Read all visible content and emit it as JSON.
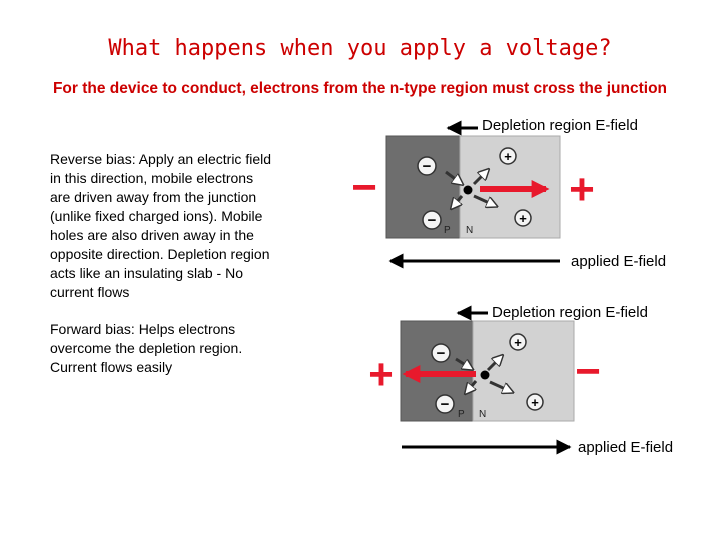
{
  "title": "What happens when you apply a voltage?",
  "subtitle": "For the device to conduct, electrons from the n-type region must cross the junction",
  "reverse_bias": {
    "text": "Reverse bias: Apply an electric field\nin this direction, mobile electrons\nare driven away from the junction\n(unlike fixed charged ions). Mobile\nholes are also driven away in the\nopposite direction. Depletion region\nacts like an insulating slab - No\ncurrent flows"
  },
  "forward_bias": {
    "text": "Forward bias: Helps electrons\novercome the depletion region.\nCurrent flows easily"
  },
  "diagram_reverse": {
    "depletion_label": "Depletion region E-field",
    "applied_label": "applied E-field",
    "p_label": "P",
    "n_label": "N",
    "left_terminal": "−",
    "right_terminal": "+",
    "ion_negative": "−",
    "ion_positive": "+"
  },
  "diagram_forward": {
    "depletion_label": "Depletion region E-field",
    "applied_label": "applied E-field",
    "p_label": "P",
    "n_label": "N",
    "left_terminal": "+",
    "right_terminal": "−",
    "ion_negative": "−",
    "ion_positive": "+"
  },
  "colors": {
    "title": "#cc0000",
    "p_region": "#6e6e6e",
    "n_region": "#d2d2d2",
    "field_arrow": "#e8192c"
  }
}
